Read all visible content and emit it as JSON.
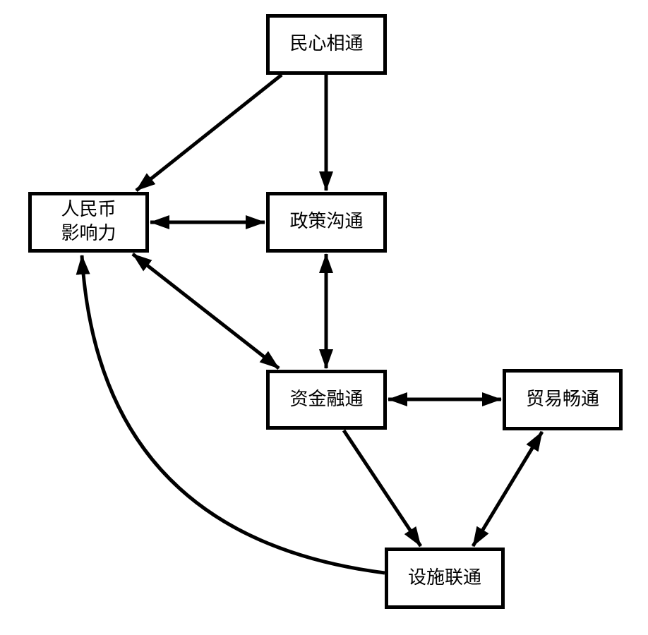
{
  "colors": {
    "ink": "#000000",
    "background": "#ffffff",
    "node_fill": "#ffffff"
  },
  "nodes": {
    "minxin": {
      "label": "民心相通"
    },
    "renminbi": {
      "label": "人民币\n影响力"
    },
    "zhengce": {
      "label": "政策沟通"
    },
    "zijin": {
      "label": "资金融通"
    },
    "maoyi": {
      "label": "贸易畅通"
    },
    "sheshi": {
      "label": "设施联通"
    }
  },
  "edges": [
    {
      "from": "民心相通",
      "to": "人民币影响力",
      "bidirectional": false,
      "style": "straight"
    },
    {
      "from": "民心相通",
      "to": "政策沟通",
      "bidirectional": false,
      "style": "straight"
    },
    {
      "from": "人民币影响力",
      "to": "政策沟通",
      "bidirectional": true,
      "style": "straight"
    },
    {
      "from": "政策沟通",
      "to": "资金融通",
      "bidirectional": true,
      "style": "straight"
    },
    {
      "from": "人民币影响力",
      "to": "资金融通",
      "bidirectional": true,
      "style": "straight"
    },
    {
      "from": "资金融通",
      "to": "贸易畅通",
      "bidirectional": true,
      "style": "straight"
    },
    {
      "from": "资金融通",
      "to": "设施联通",
      "bidirectional": false,
      "style": "straight"
    },
    {
      "from": "设施联通",
      "to": "贸易畅通",
      "bidirectional": true,
      "style": "straight"
    },
    {
      "from": "设施联通",
      "to": "人民币影响力",
      "bidirectional": false,
      "style": "curved"
    }
  ]
}
